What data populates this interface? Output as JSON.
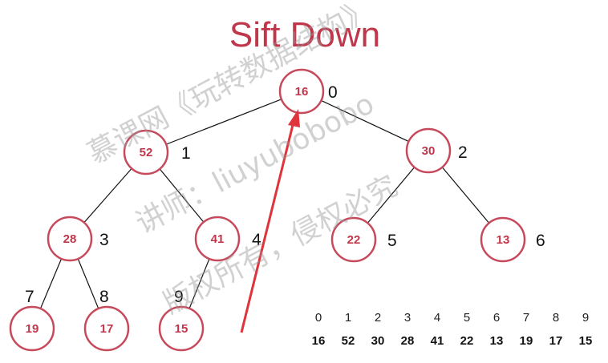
{
  "title": "Sift Down",
  "colors": {
    "accent": "#c0364a",
    "node_border": "#c74a5c",
    "arrow": "#e0343c"
  },
  "heap": {
    "nodes": [
      {
        "index": "0",
        "value": "16"
      },
      {
        "index": "1",
        "value": "52"
      },
      {
        "index": "2",
        "value": "30"
      },
      {
        "index": "3",
        "value": "28"
      },
      {
        "index": "4",
        "value": "41"
      },
      {
        "index": "5",
        "value": "22"
      },
      {
        "index": "6",
        "value": "13"
      },
      {
        "index": "7",
        "value": "19"
      },
      {
        "index": "8",
        "value": "17"
      },
      {
        "index": "9",
        "value": "15"
      }
    ]
  },
  "array": {
    "indices": [
      "0",
      "1",
      "2",
      "3",
      "4",
      "5",
      "6",
      "7",
      "8",
      "9"
    ],
    "values": [
      "16",
      "52",
      "30",
      "28",
      "41",
      "22",
      "13",
      "19",
      "17",
      "15"
    ]
  },
  "watermark": {
    "line1": "慕课网《玩转数据结构》",
    "line2": "讲师：liuyubobobo",
    "line3": "版权所有，侵权必究"
  }
}
